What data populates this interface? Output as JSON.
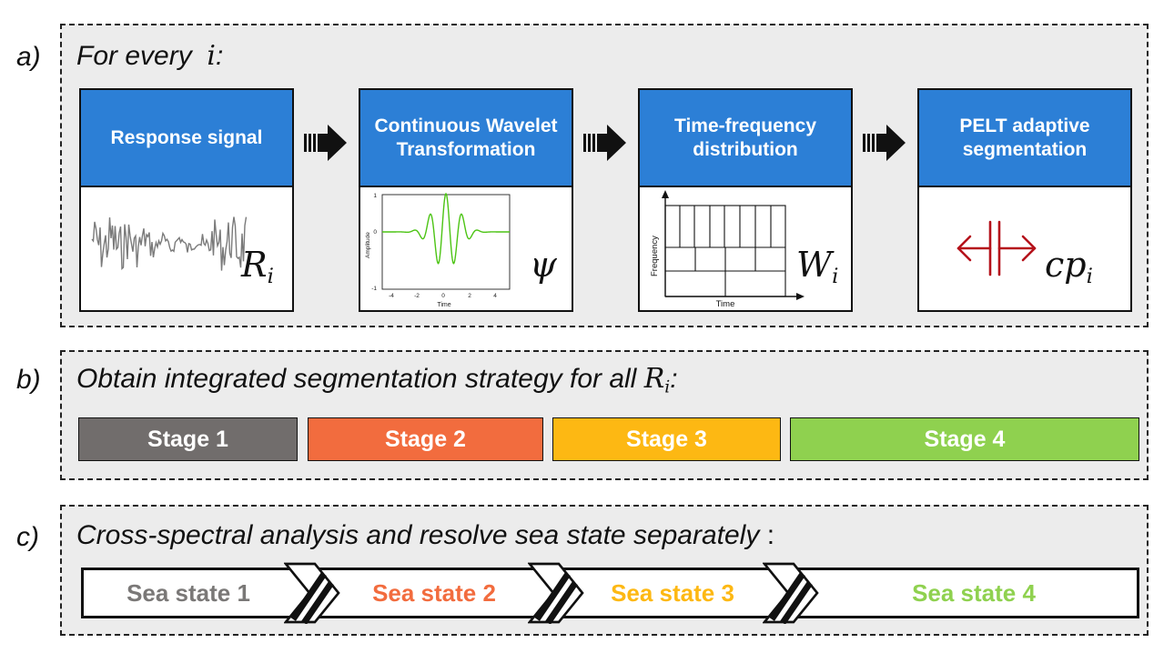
{
  "sections": [
    {
      "label": "a)",
      "heading": "For every",
      "symbol": "i",
      "suffix": ":"
    },
    {
      "label": "b)",
      "heading": "Obtain integrated segmentation strategy for all",
      "symbol": "R",
      "subscript": "i",
      "suffix": ":"
    },
    {
      "label": "c)",
      "heading": "Cross-spectral analysis and resolve sea state separately",
      "suffix": " :"
    }
  ],
  "steps": [
    {
      "title": "Response signal",
      "symbol": "R",
      "subscript": "i"
    },
    {
      "title": "Continuous Wavelet Transformation",
      "symbol": "ψ",
      "subscript": ""
    },
    {
      "title": "Time-frequency distribution",
      "symbol": "W",
      "subscript": "i"
    },
    {
      "title": "PELT adaptive segmentation",
      "symbol": "cp",
      "subscript": "i"
    }
  ],
  "wavelet_plot": {
    "ylabel": "Amplitude",
    "xlabel": "Time",
    "y_ticks": [
      "1",
      "0",
      "-1"
    ],
    "x_ticks": [
      "-4",
      "-2",
      "0",
      "2",
      "4"
    ],
    "line_color": "#4cc414"
  },
  "tf_plot": {
    "ylabel": "Frequency",
    "xlabel": "Time"
  },
  "stages": [
    {
      "label": "Stage 1",
      "color": "#716d6c"
    },
    {
      "label": "Stage 2",
      "color": "#f26c3e"
    },
    {
      "label": "Stage 3",
      "color": "#fdb813"
    },
    {
      "label": "Stage 4",
      "color": "#8fd14f"
    }
  ],
  "sea_states": [
    {
      "label": "Sea state 1",
      "color": "#7a7877"
    },
    {
      "label": "Sea state 2",
      "color": "#f26c3e"
    },
    {
      "label": "Sea state 3",
      "color": "#fdb813"
    },
    {
      "label": "Sea state 4",
      "color": "#8fd14f"
    }
  ],
  "colors": {
    "header_blue": "#2c7fd6",
    "panel_bg": "#ececec",
    "marker_red": "#b5121b"
  }
}
